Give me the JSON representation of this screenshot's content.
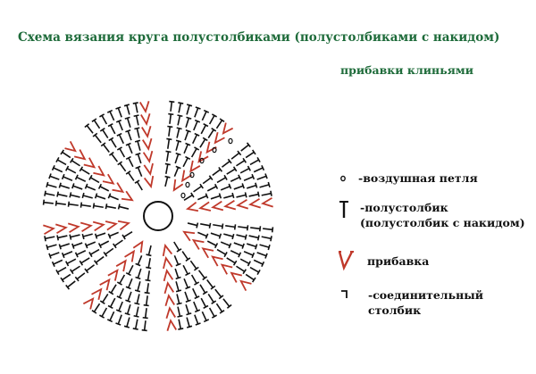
{
  "title": "Схема вязания круга полустолбиками (полустолбиками с накидом)",
  "subtitle": "прибавки клиньями",
  "colors": {
    "title": "#1e6b3a",
    "stitch": "#111111",
    "increase": "#c0392b",
    "legend_increase": "#c0392b"
  },
  "legend": [
    {
      "symbol": "chain-icon",
      "text": "-воздушная петля"
    },
    {
      "symbol": "half-double-crochet-icon",
      "text": "-полустолбик (полустолбик с накидом)"
    },
    {
      "symbol": "increase-icon",
      "text": "прибавка"
    },
    {
      "symbol": "slip-stitch-icon",
      "text": "-соединительный столбик"
    }
  ]
}
